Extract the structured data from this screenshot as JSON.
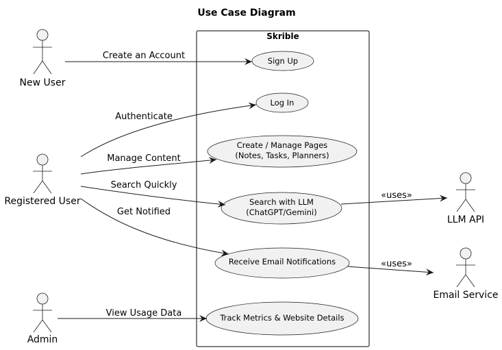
{
  "title": "Use Case Diagram",
  "system": {
    "name": "Skrible"
  },
  "actors": {
    "new_user": "New User",
    "registered_user": "Registered User",
    "admin": "Admin",
    "llm_api": "LLM API",
    "email_service": "Email Service"
  },
  "use_cases": {
    "sign_up": [
      "Sign Up"
    ],
    "log_in": [
      "Log In"
    ],
    "manage_pages": [
      "Create / Manage Pages",
      "(Notes, Tasks, Planners)"
    ],
    "search_llm": [
      "Search with LLM",
      "(ChatGPT/Gemini)"
    ],
    "email_notifications": [
      "Receive Email Notifications"
    ],
    "track_metrics": [
      "Track Metrics & Website Details"
    ]
  },
  "edges": {
    "create_account": "Create an Account",
    "authenticate": "Authenticate",
    "manage_content": "Manage Content",
    "search_quickly": "Search Quickly",
    "get_notified": "Get Notified",
    "view_usage": "View Usage Data",
    "uses_llm": "«uses»",
    "uses_email": "«uses»"
  }
}
